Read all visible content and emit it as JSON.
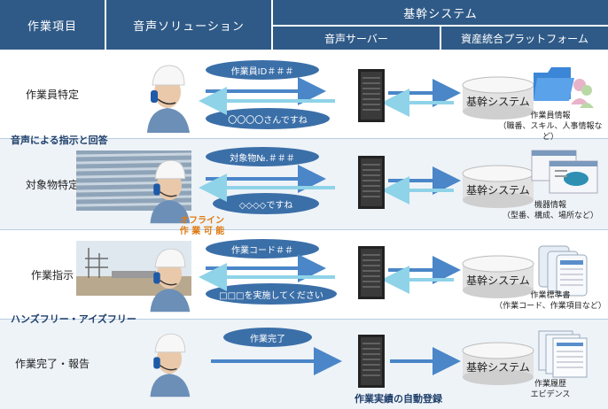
{
  "header": {
    "col_item": "作業項目",
    "col_voice": "音声ソリューション",
    "col_core": "基幹システム",
    "col_voice_server": "音声サーバー",
    "col_platform": "資産統合プラットフォーム"
  },
  "rows": [
    {
      "label": "作業員特定",
      "bubble_top": "作業員ID＃＃＃",
      "bubble_bottom": "〇〇〇〇さんですね",
      "system": "基幹システム",
      "info": "作業員情報",
      "info_detail": "（職番、スキル、人事情報など）"
    },
    {
      "label": "対象物特定",
      "bubble_top": "対象物№.＃＃＃",
      "bubble_bottom": "◇◇◇◇ですね",
      "system": "基幹システム",
      "info": "機器情報",
      "info_detail": "（型番、構成、場所など）"
    },
    {
      "label": "作業指示",
      "bubble_top": "作業コード＃＃",
      "bubble_bottom": "□□□を実施してください",
      "system": "基幹システム",
      "info": "作業標準書",
      "info_detail": "（作業コード、作業項目など）"
    },
    {
      "label": "作業完了・報告",
      "bubble_top": "作業完了",
      "system": "基幹システム",
      "info": "作業履歴",
      "info_detail": "エビデンス"
    }
  ],
  "annotations": {
    "voice_instruction": "音声による指示と回答",
    "offline_line1": "オフライン",
    "offline_line2": "作 業 可 能",
    "handsfree": "ハンズフリー・アイズフリー",
    "auto_register": "作業実績の自動登録"
  },
  "colors": {
    "header_bg": "#2f5a87",
    "bubble_bg": "#3b6fa8",
    "band_bg": "#eef3f8",
    "arrow_blue": "#4a86c8",
    "arrow_light": "#8fd3e8",
    "offline_accent": "#e07b12",
    "annotation_text": "#1f3f6a"
  }
}
